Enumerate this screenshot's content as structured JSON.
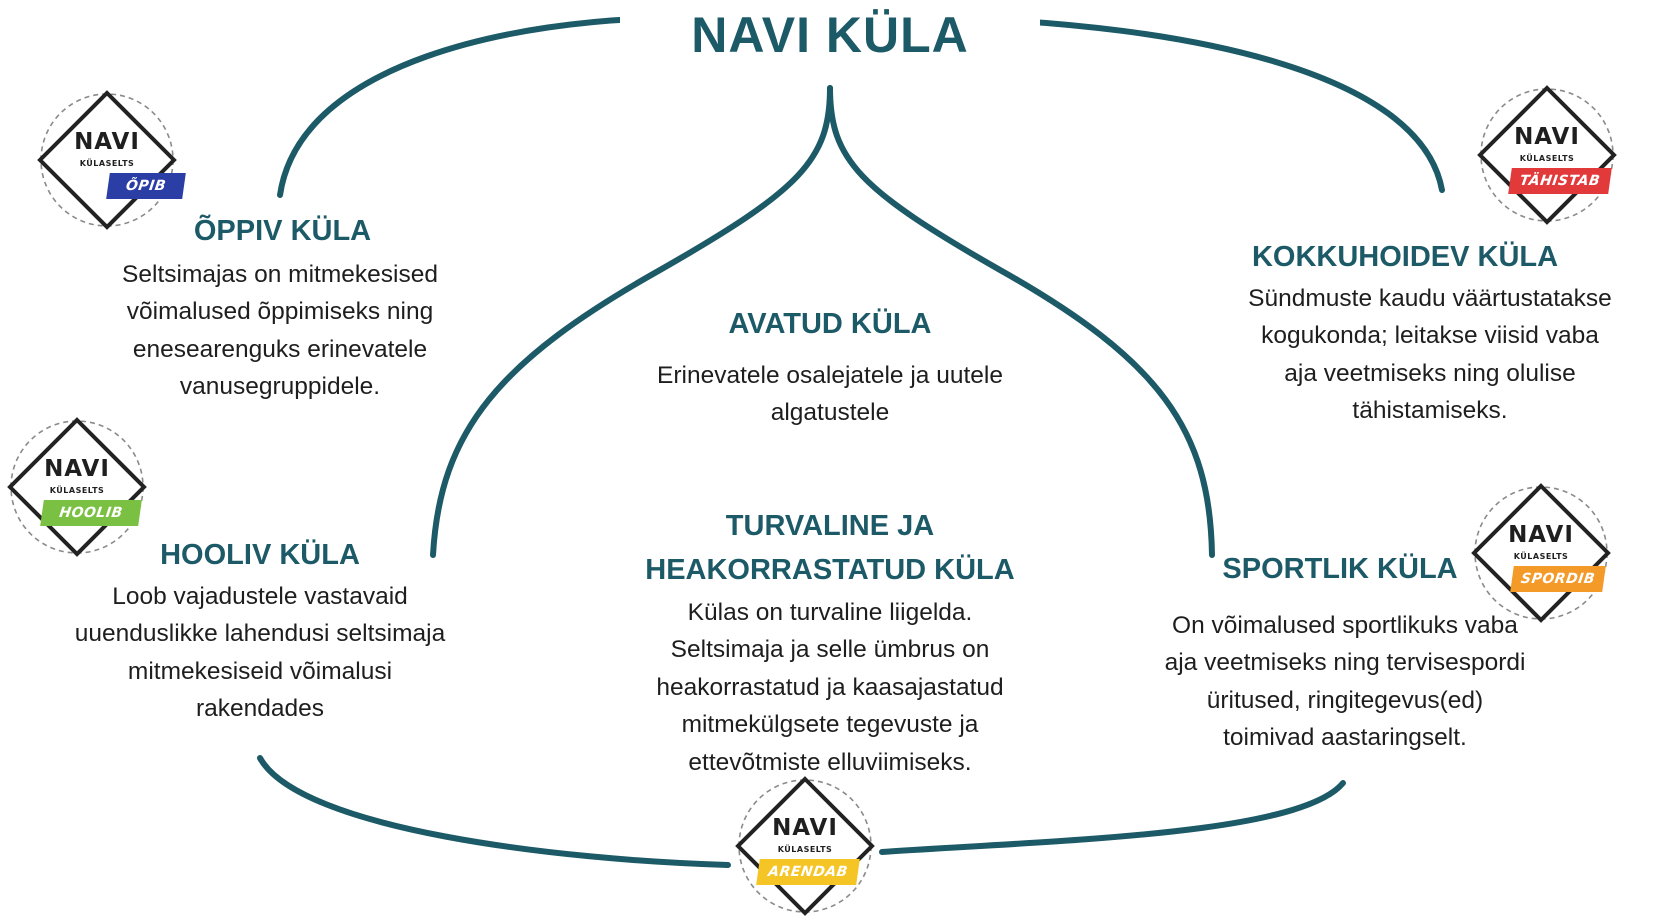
{
  "title": "NAVI KÜLA",
  "colors": {
    "primary": "#1d5a67",
    "text": "#1e1e1e",
    "opib": "#2b3ea6",
    "tahistab": "#e23a3a",
    "hoolib": "#7ac143",
    "spordib": "#f39a28",
    "arendab": "#f5c525"
  },
  "sections": {
    "oppiv": {
      "heading": "ÕPPIV KÜLA",
      "lines": [
        "Seltsimajas on mitmekesised",
        "võimalused õppimiseks ning",
        "enesearenguks erinevatele",
        "vanusegruppidele."
      ]
    },
    "kokkuhoidev": {
      "heading": "KOKKUHOIDEV KÜLA",
      "lines": [
        "Sündmuste kaudu väärtustatakse",
        "kogukonda;  leitakse viisid vaba",
        "aja veetmiseks ning olulise",
        "tähistamiseks."
      ]
    },
    "avatud": {
      "heading": "AVATUD KÜLA",
      "lines": [
        "Erinevatele osalejatele ja uutele",
        "algatustele"
      ]
    },
    "turvaline": {
      "heading_lines": [
        "TURVALINE JA",
        "HEAKORRASTATUD KÜLA"
      ],
      "lines": [
        "Külas on turvaline liigelda.",
        "Seltsimaja ja selle ümbrus on",
        "heakorrastatud ja kaasajastatud",
        "mitmekülgsete tegevuste ja",
        "ettevõtmiste elluviimiseks."
      ]
    },
    "hooliv": {
      "heading": "HOOLIV  KÜLA",
      "lines": [
        "Loob vajadustele vastavaid",
        "uuenduslikke lahendusi seltsimaja",
        "mitmekesiseid võimalusi",
        "rakendades"
      ]
    },
    "sportlik": {
      "heading": "SPORTLIK KÜLA",
      "lines": [
        "On võimalused sportlikuks vaba",
        "aja veetmiseks ning tervisespordi",
        "üritused, ringitegevus(ed)",
        "toimivad aastaringselt."
      ]
    }
  },
  "badges": {
    "navi": "NAVI",
    "sub": "KÜLASELTS",
    "opib": "ÕPIB",
    "tahistab": "TÄHISTAB",
    "hoolib": "HOOLIB",
    "spordib": "SPORDIB",
    "arendab": "ARENDAB"
  }
}
